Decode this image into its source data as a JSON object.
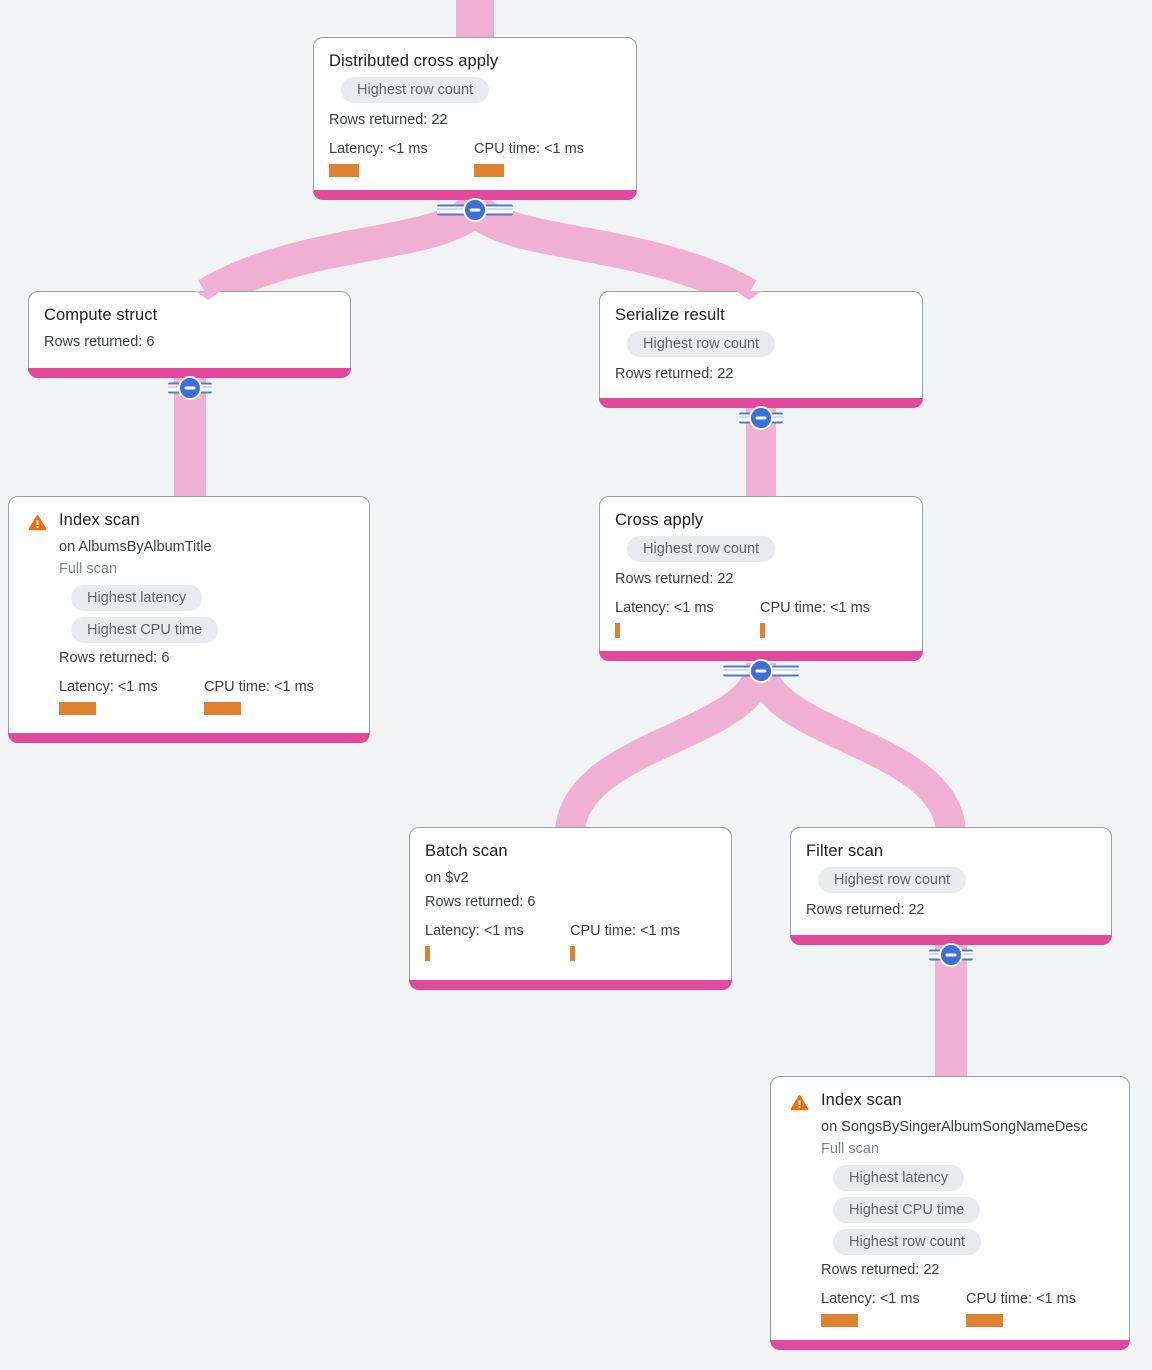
{
  "colors": {
    "background": "#f1f3f4",
    "node_footer_magenta": "#e2499c",
    "edge_pink": "#f0b0d4",
    "collapse_blue": "#3b6fd9",
    "metric_bar_orange": "#e0822f",
    "warning_orange": "#e8710a",
    "badge_bg": "#e8eaed",
    "badge_text": "#5f6368"
  },
  "nodes": [
    {
      "title": "Distributed cross apply",
      "badges": [
        "Highest row count"
      ],
      "rows": "Rows returned: 22",
      "latency": "Latency: <1 ms",
      "cpu": "CPU time: <1 ms"
    },
    {
      "title": "Compute struct",
      "rows": "Rows returned: 6"
    },
    {
      "title": "Serialize result",
      "badges": [
        "Highest row count"
      ],
      "rows": "Rows returned: 22"
    },
    {
      "title": "Index scan",
      "on": "on AlbumsByAlbumTitle",
      "subtitle": "Full scan",
      "badges": [
        "Highest latency",
        "Highest CPU time"
      ],
      "rows": "Rows returned: 6",
      "latency": "Latency: <1 ms",
      "cpu": "CPU time: <1 ms"
    },
    {
      "title": "Cross apply",
      "badges": [
        "Highest row count"
      ],
      "rows": "Rows returned: 22",
      "latency": "Latency: <1 ms",
      "cpu": "CPU time: <1 ms"
    },
    {
      "title": "Batch scan",
      "on": "on $v2",
      "rows": "Rows returned: 6",
      "latency": "Latency: <1 ms",
      "cpu": "CPU time: <1 ms"
    },
    {
      "title": "Filter scan",
      "badges": [
        "Highest row count"
      ],
      "rows": "Rows returned: 22"
    },
    {
      "title": "Index scan",
      "on": "on SongsBySingerAlbumSongNameDesc",
      "subtitle": "Full scan",
      "badges": [
        "Highest latency",
        "Highest CPU time",
        "Highest row count"
      ],
      "rows": "Rows returned: 22",
      "latency": "Latency: <1 ms",
      "cpu": "CPU time: <1 ms"
    }
  ]
}
